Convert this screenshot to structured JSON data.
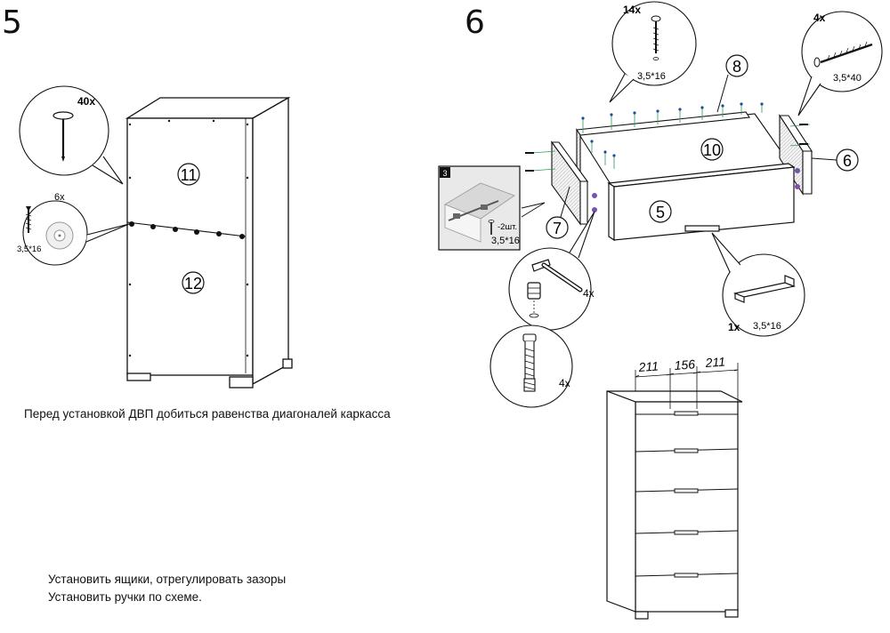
{
  "step5": {
    "number": "5",
    "panel_a": "11",
    "panel_b": "12",
    "nail_qty": "40x",
    "screw_qty": "6x",
    "screw_size": "3,5*16",
    "note": "Перед установкой ДВП добиться равенства диагоналей каркасса"
  },
  "step6": {
    "number": "6",
    "part_front": "5",
    "part_right": "6",
    "part_left": "7",
    "part_back": "8",
    "part_bottom": "10",
    "screw_qty_14": "14x",
    "screw_size_16": "3,5*16",
    "screw_qty_4": "4x",
    "screw_size_40": "3,5*40",
    "inset_step": "3",
    "inset_qty": "-2шт.",
    "inset_size": "3,5*16",
    "cam_qty": "4x",
    "dowel_qty": "4x",
    "handle_qty": "1x",
    "handle_size": "3,5*16",
    "dim_left": "211",
    "dim_mid": "156",
    "dim_right": "211",
    "note_line1": "Установить ящики, отрегулировать зазоры",
    "note_line2": "Установить ручки по схеме."
  },
  "colors": {
    "line": "#111111",
    "accent_green": "#2e9a55",
    "accent_purple": "#7a4fb0",
    "panel_grey": "#e9e9e9"
  }
}
